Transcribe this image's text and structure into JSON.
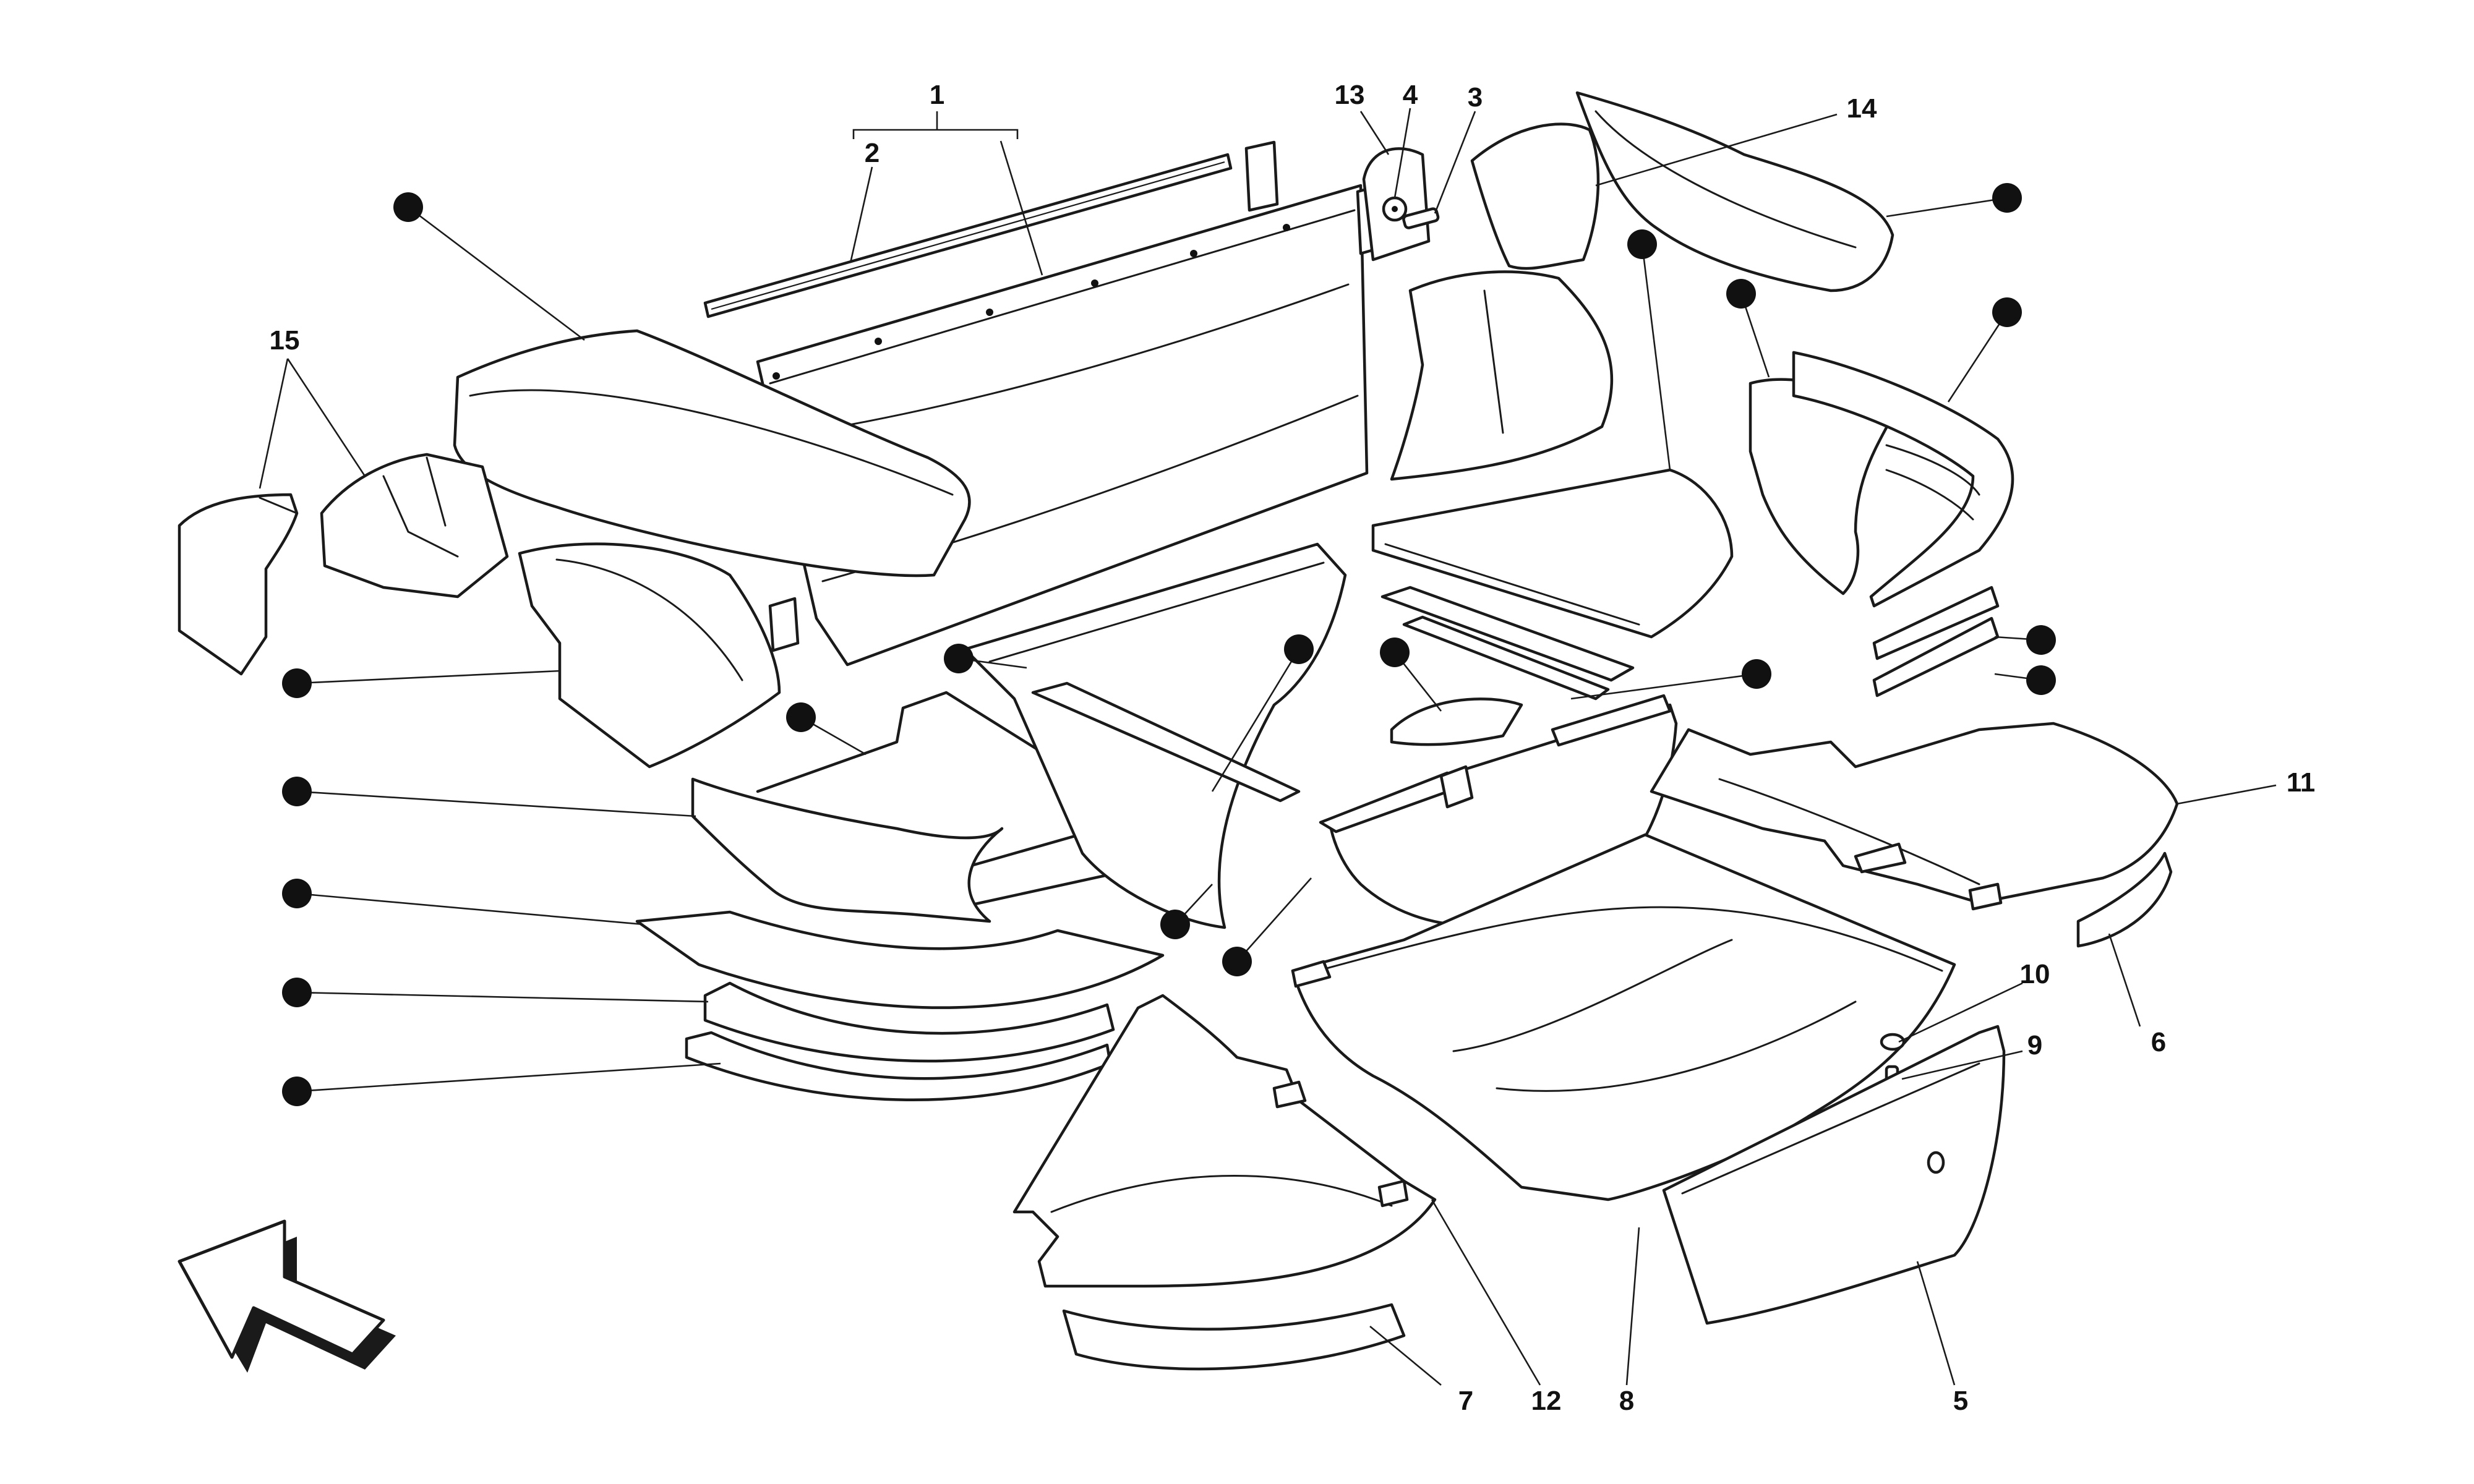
{
  "diagram": {
    "callouts": {
      "c1": "1",
      "c2": "2",
      "c3": "3",
      "c4": "4",
      "c5": "5",
      "c6": "6",
      "c7": "7",
      "c8": "8",
      "c9": "9",
      "c10": "10",
      "c11": "11",
      "c12": "12",
      "c13": "13",
      "c14": "14",
      "c15": "15"
    },
    "marker_color": "#111111",
    "line_color": "#1a1a1a"
  }
}
